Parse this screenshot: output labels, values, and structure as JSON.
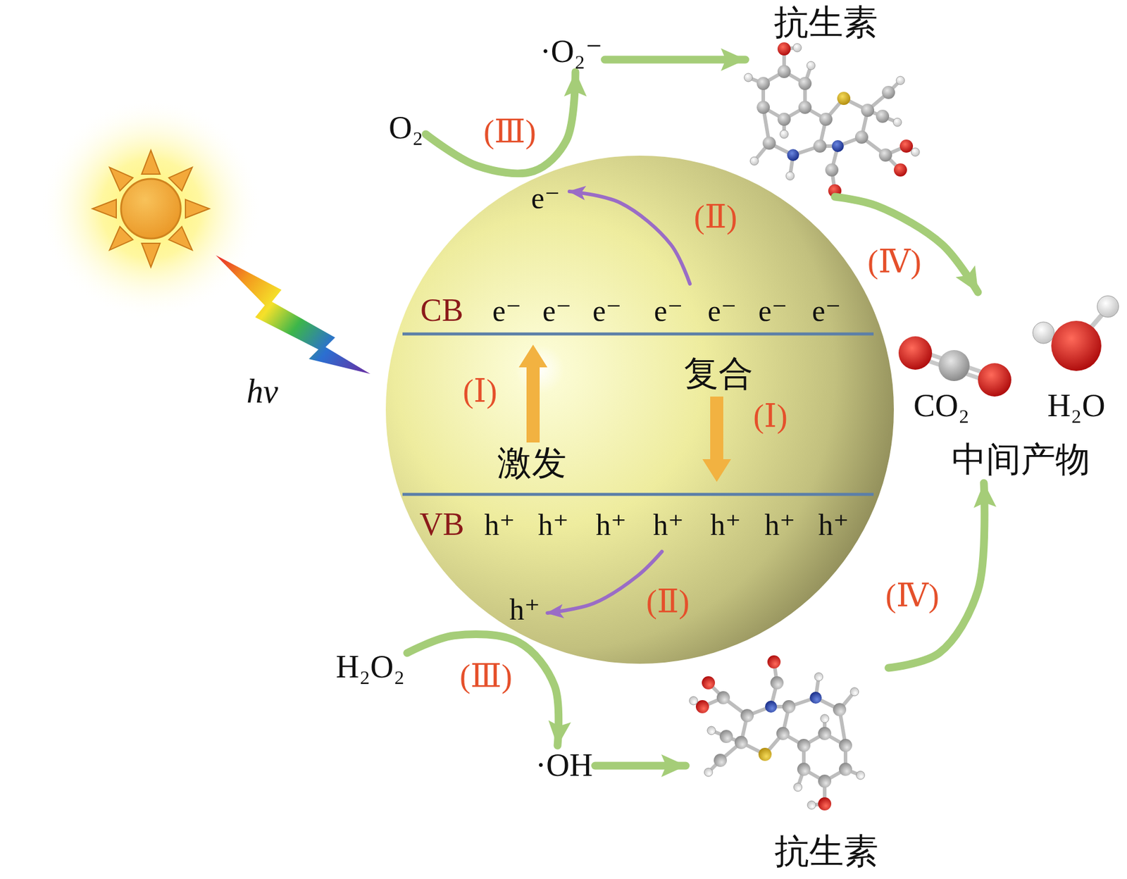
{
  "diagram": {
    "nodes": [
      {
        "text": [
          "CB",
          "激发",
          "复合",
          "VB"
        ]
      },
      {
        "text": [
          "O₂"
        ]
      },
      {
        "text": [
          "·O₂⁻"
        ]
      },
      {
        "text": [
          "抗生素"
        ]
      },
      {
        "text": [
          "CO₂",
          "H₂O",
          "中间产物"
        ]
      },
      {
        "text": [
          "H₂O₂"
        ]
      },
      {
        "text": [
          "·OH"
        ]
      },
      {
        "text": [
          "抗生素"
        ]
      }
    ],
    "edges": [
      {
        "from": 1,
        "to": 2,
        "arrow": "to",
        "label": "(Ⅲ)"
      },
      {
        "from": 2,
        "to": 3,
        "arrow": "to"
      },
      {
        "from": 3,
        "to": 4,
        "arrow": "to",
        "label": "(Ⅳ)"
      },
      {
        "from": 5,
        "to": 6,
        "arrow": "to",
        "label": "(Ⅲ)"
      },
      {
        "from": 6,
        "to": 7,
        "arrow": "to"
      },
      {
        "from": 7,
        "to": 4,
        "arrow": "to",
        "label": "(Ⅳ)"
      }
    ],
    "labels": [
      "hv",
      "e⁻",
      "e⁻",
      "e⁻",
      "e⁻",
      "e⁻",
      "e⁻",
      "e⁻",
      "(Ⅰ)",
      "(Ⅰ)",
      "(Ⅱ)",
      "e⁻",
      "(Ⅱ)",
      "h⁺",
      "h⁺",
      "h⁺",
      "h⁺",
      "h⁺",
      "h⁺",
      "h⁺",
      "h⁺"
    ]
  }
}
